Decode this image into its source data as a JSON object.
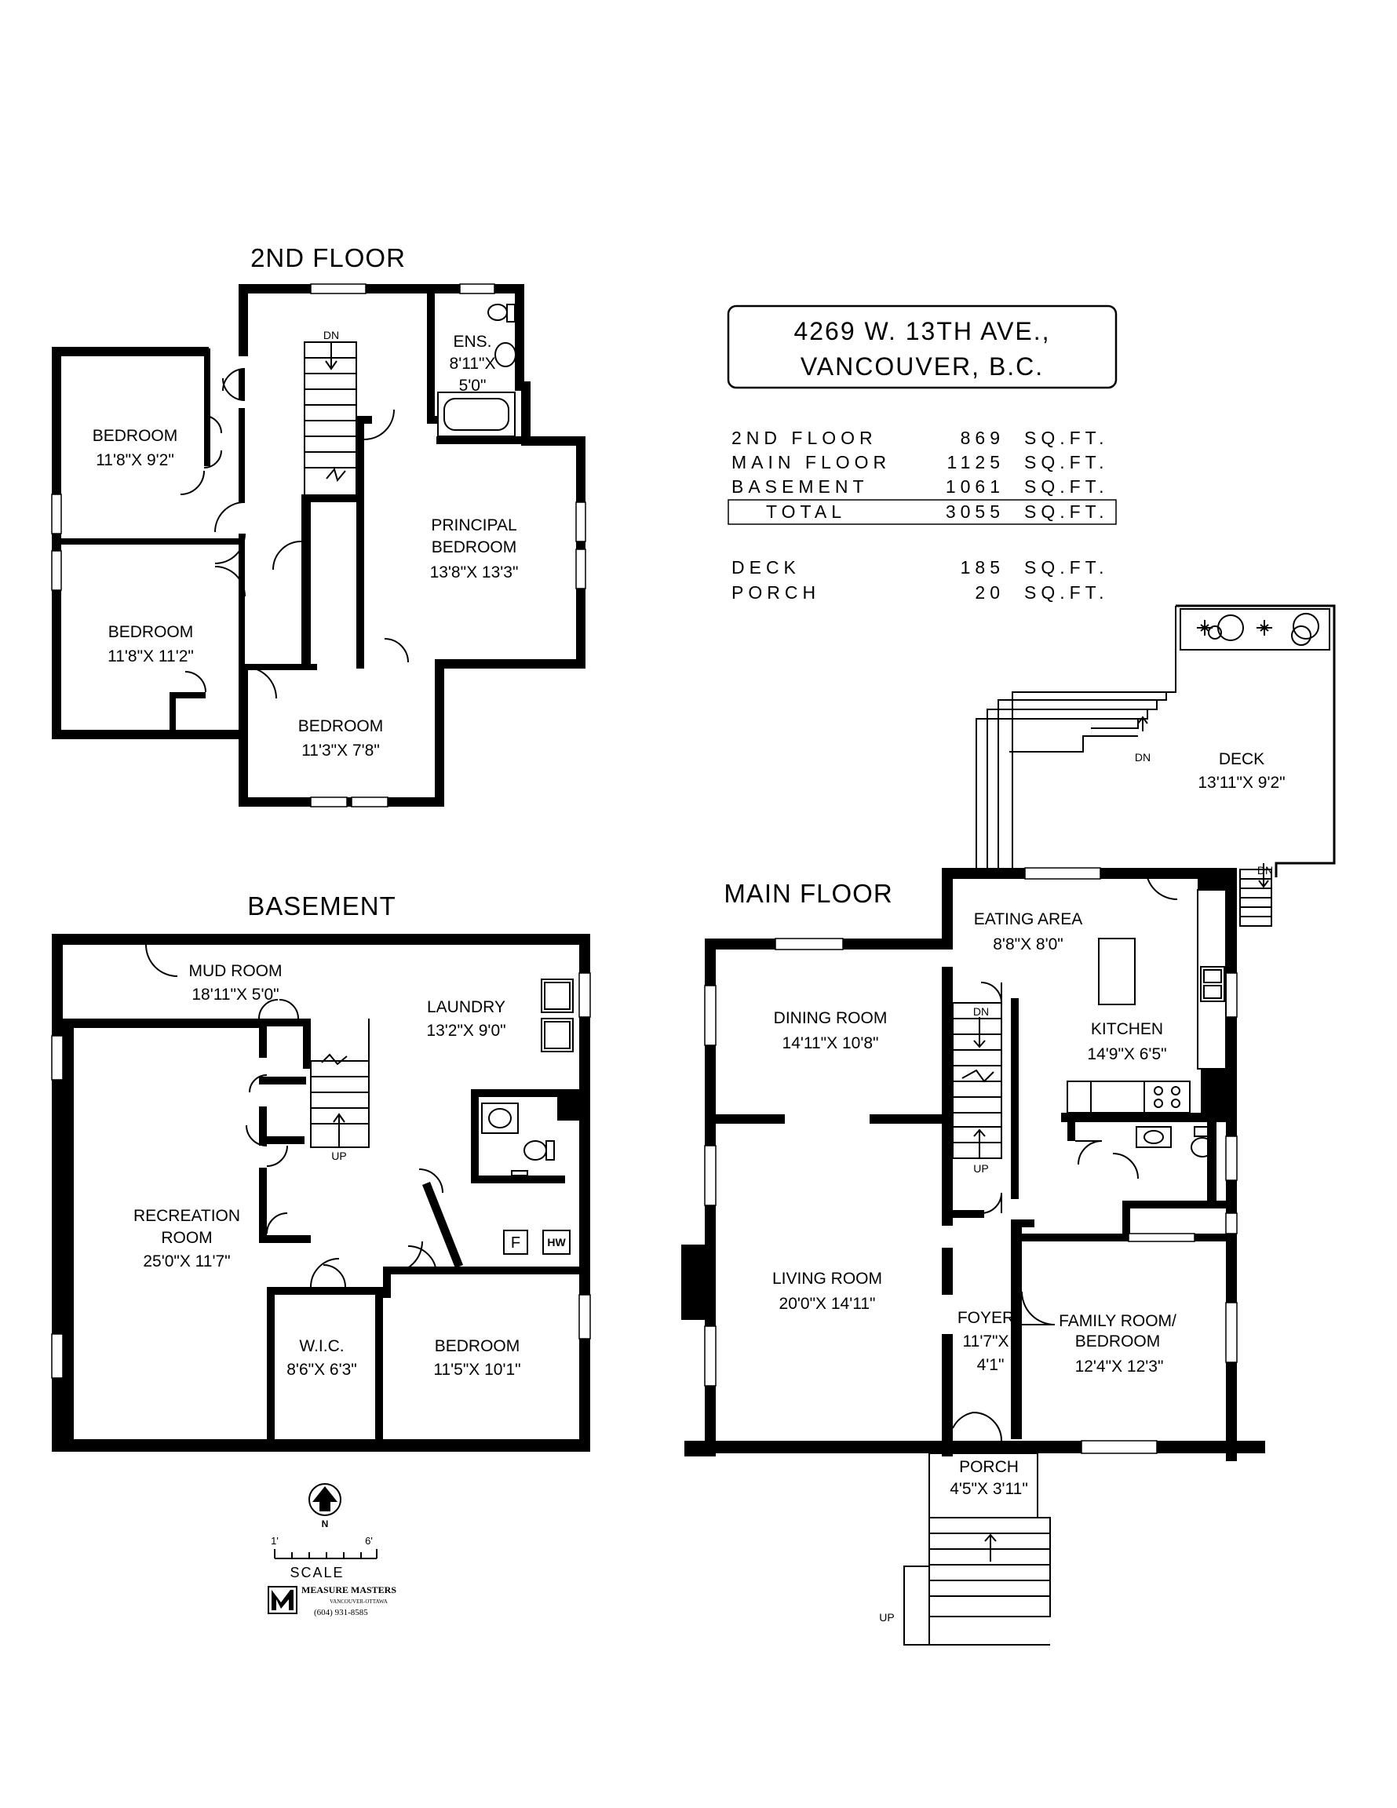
{
  "address": {
    "line1": "4269 W. 13TH AVE.,",
    "line2": "VANCOUVER, B.C."
  },
  "area_summary": [
    {
      "label": "2ND FLOOR",
      "value": "869",
      "unit": "SQ.FT."
    },
    {
      "label": "MAIN FLOOR",
      "value": "1125",
      "unit": "SQ.FT."
    },
    {
      "label": "BASEMENT",
      "value": "1061",
      "unit": "SQ.FT."
    },
    {
      "label": "TOTAL",
      "value": "3055",
      "unit": "SQ.FT."
    },
    {
      "label": "DECK",
      "value": "185",
      "unit": "SQ.FT."
    },
    {
      "label": "PORCH",
      "value": "20",
      "unit": "SQ.FT."
    }
  ],
  "floors": {
    "second": {
      "title": "2ND FLOOR"
    },
    "basement": {
      "title": "BASEMENT"
    },
    "main": {
      "title": "MAIN FLOOR"
    }
  },
  "rooms": {
    "s_bed1": {
      "name": "BEDROOM",
      "dim": "11'8\"X  9'2\""
    },
    "s_bed2": {
      "name": "BEDROOM",
      "dim": "11'8\"X  11'2\""
    },
    "s_bed3": {
      "name": "BEDROOM",
      "dim": "11'3\"X  7'8\""
    },
    "s_principal": {
      "name1": "PRINCIPAL",
      "name2": "BEDROOM",
      "dim": "13'8\"X  13'3\""
    },
    "s_ens": {
      "name": "ENS.",
      "dim1": "8'11\"X",
      "dim2": "5'0\""
    },
    "b_mud": {
      "name": "MUD ROOM",
      "dim": "18'11\"X  5'0\""
    },
    "b_laundry": {
      "name": "LAUNDRY",
      "dim": "13'2\"X  9'0\""
    },
    "b_rec": {
      "name1": "RECREATION",
      "name2": "ROOM",
      "dim": "25'0\"X  11'7\""
    },
    "b_wic": {
      "name": "W.I.C.",
      "dim": "8'6\"X  6'3\""
    },
    "b_bed": {
      "name": "BEDROOM",
      "dim": "11'5\"X  10'1\""
    },
    "m_eating": {
      "name": "EATING  AREA",
      "dim": "8'8\"X  8'0\""
    },
    "m_dining": {
      "name": "DINING ROOM",
      "dim": "14'11\"X  10'8\""
    },
    "m_kitchen": {
      "name": "KITCHEN",
      "dim": "14'9\"X  6'5\""
    },
    "m_living": {
      "name": "LIVING ROOM",
      "dim": "20'0\"X  14'11\""
    },
    "m_foyer": {
      "name": "FOYER",
      "dim1": "11'7\"X",
      "dim2": "4'1\""
    },
    "m_family": {
      "name1": "FAMILY ROOM/",
      "name2": "BEDROOM",
      "dim": "12'4\"X  12'3\""
    },
    "m_porch": {
      "name": "PORCH",
      "dim": "4'5\"X  3'11\""
    },
    "m_deck": {
      "name": "DECK",
      "dim": "13'11\"X  9'2\""
    }
  },
  "markers": {
    "dn": "DN",
    "up": "UP",
    "hw": "HW",
    "f": "F",
    "north": "N",
    "scale_label": "SCALE",
    "scale_min": "1'",
    "scale_max": "6'"
  },
  "logo": {
    "name": "MEASURE MASTERS",
    "tagline": "VANCOUVER-OTTAWA",
    "phone": "(604) 931-8585"
  }
}
